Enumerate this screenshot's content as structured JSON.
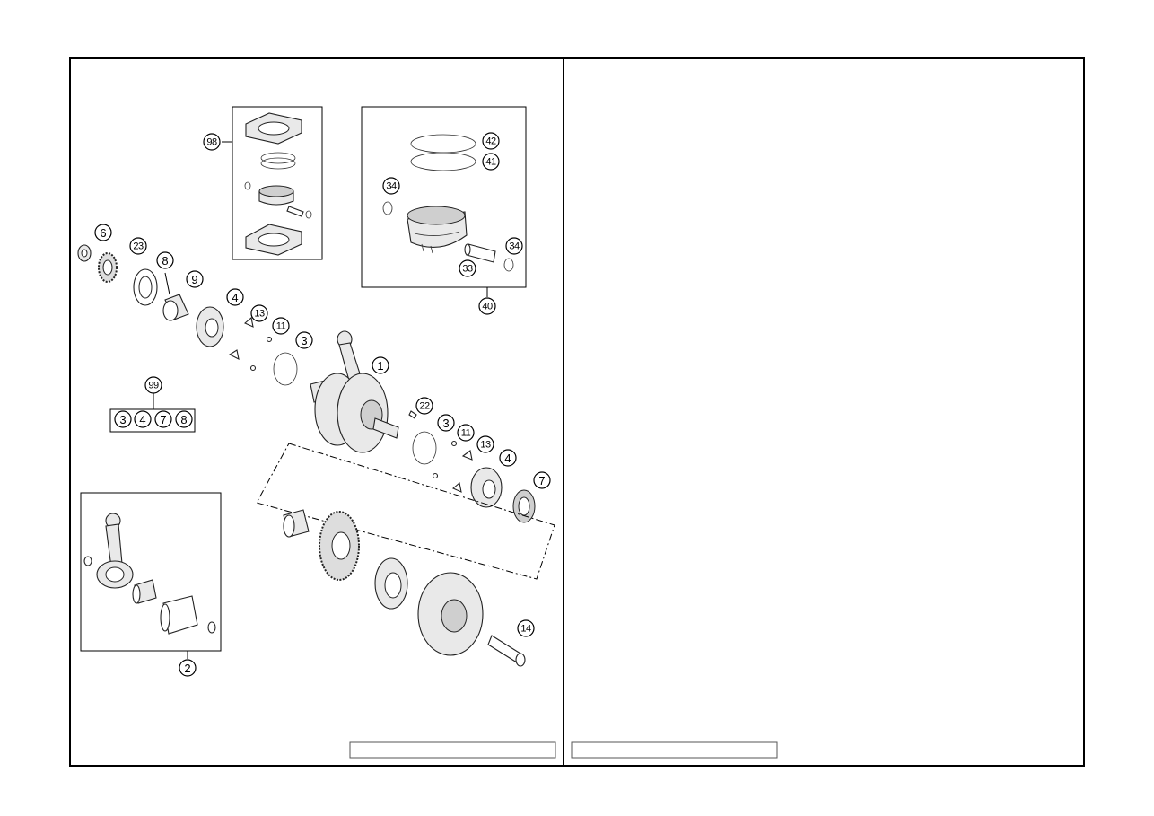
{
  "diagram": {
    "callouts": [
      {
        "id": "c1",
        "label": "1"
      },
      {
        "id": "c2",
        "label": "2"
      },
      {
        "id": "c3a",
        "label": "3"
      },
      {
        "id": "c3b",
        "label": "3"
      },
      {
        "id": "c4a",
        "label": "4"
      },
      {
        "id": "c4b",
        "label": "4"
      },
      {
        "id": "c6",
        "label": "6"
      },
      {
        "id": "c7",
        "label": "7"
      },
      {
        "id": "c8",
        "label": "8"
      },
      {
        "id": "c9",
        "label": "9"
      },
      {
        "id": "c11a",
        "label": "11"
      },
      {
        "id": "c11b",
        "label": "11"
      },
      {
        "id": "c13a",
        "label": "13"
      },
      {
        "id": "c13b",
        "label": "13"
      },
      {
        "id": "c14",
        "label": "14"
      },
      {
        "id": "c22",
        "label": "22"
      },
      {
        "id": "c23",
        "label": "23"
      },
      {
        "id": "c33",
        "label": "33"
      },
      {
        "id": "c34a",
        "label": "34"
      },
      {
        "id": "c34b",
        "label": "34"
      },
      {
        "id": "c40",
        "label": "40"
      },
      {
        "id": "c41",
        "label": "41"
      },
      {
        "id": "c42",
        "label": "42"
      },
      {
        "id": "c98",
        "label": "98"
      },
      {
        "id": "c99",
        "label": "99"
      }
    ],
    "kit_99_items": [
      "3",
      "4",
      "7",
      "8"
    ]
  }
}
